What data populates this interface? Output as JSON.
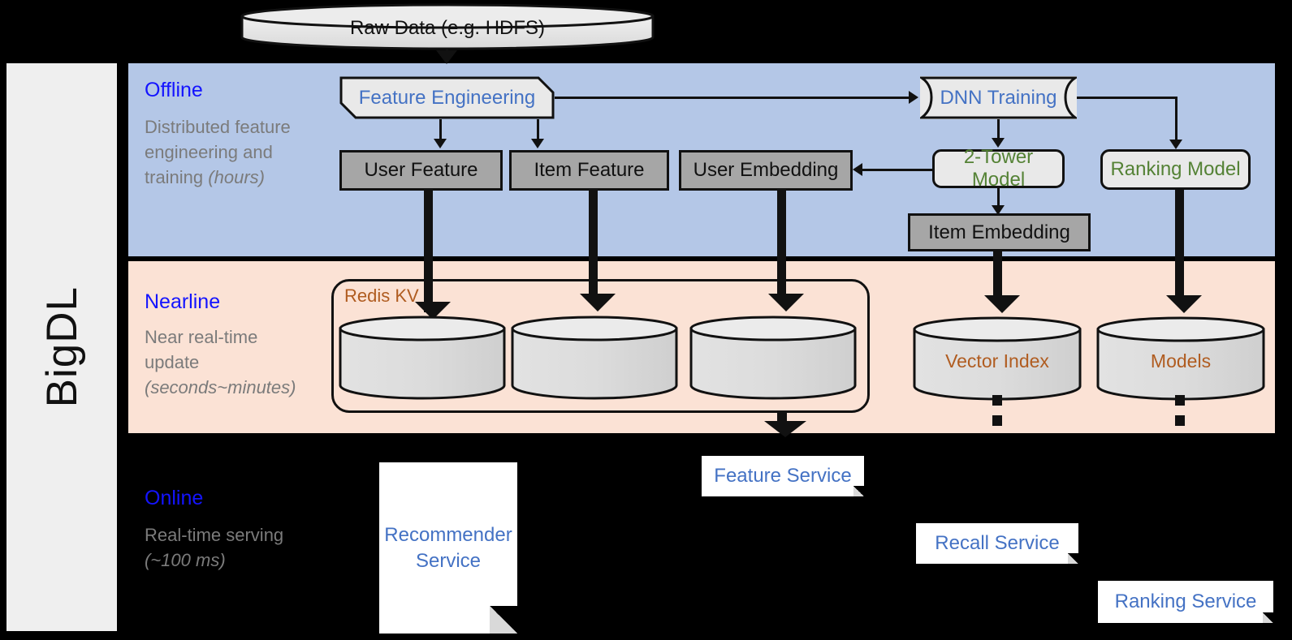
{
  "rail": {
    "label": "BigDL"
  },
  "bands": {
    "offline": {
      "title": "Offline",
      "subtitle_plain": "Distributed feature engineering and training ",
      "subtitle_italic": "(hours)",
      "color": "#b4c7e7"
    },
    "nearline": {
      "title": "Nearline",
      "subtitle_plain": "Near real-time update ",
      "subtitle_italic": "(seconds~minutes)",
      "color": "#fbe2d5"
    },
    "online": {
      "title": "Online",
      "subtitle_plain": "Real-time serving ",
      "subtitle_italic": "(~100 ms)",
      "color": "#000000"
    }
  },
  "source": {
    "raw_data": "Raw Data (e.g. HDFS)"
  },
  "offline": {
    "feature_engineering": "Feature Engineering",
    "dnn_training": "DNN Training",
    "user_feature": "User Feature",
    "item_feature": "Item Feature",
    "user_embedding": "User Embedding",
    "two_tower_model": "2-Tower Model",
    "ranking_model": "Ranking Model",
    "item_embedding": "Item Embedding"
  },
  "nearline": {
    "redis_group": "Redis KV",
    "vector_index": "Vector Index",
    "models": "Models"
  },
  "online": {
    "recommender_service": "Recommender Service",
    "feature_service": "Feature Service",
    "recall_service": "Recall Service",
    "ranking_service": "Ranking Service"
  },
  "colors": {
    "blue_text": "#4472c4",
    "blue_title": "#1414ff",
    "green_text": "#548235",
    "brown_text": "#b05c20",
    "gray_box": "#a6a6a6",
    "proc_box": "#e9e9e9",
    "caption_gray": "#7b7b7b"
  }
}
